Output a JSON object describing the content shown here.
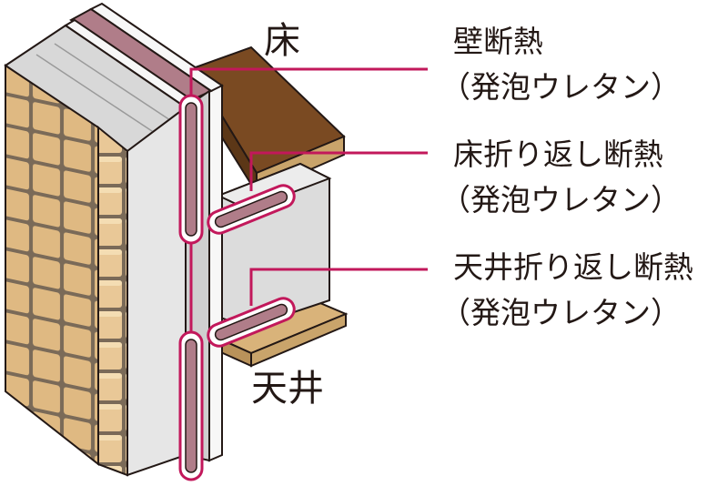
{
  "labels": {
    "floor": "床",
    "ceiling": "天井"
  },
  "callouts": [
    {
      "line1": "壁断熱",
      "line2": "（発泡ウレタン）"
    },
    {
      "line1": "床折り返し断熱",
      "line2": "（発泡ウレタン）"
    },
    {
      "line1": "天井折り返し断熱",
      "line2": "（発泡ウレタン）"
    }
  ],
  "colors": {
    "callout_line": "#c2185b",
    "insulation": "#b07d89",
    "brick": "#e9c897",
    "floor_wood": "#7a4a22",
    "ceiling_wood": "#d9b37a",
    "concrete": "#dcdcdc"
  }
}
